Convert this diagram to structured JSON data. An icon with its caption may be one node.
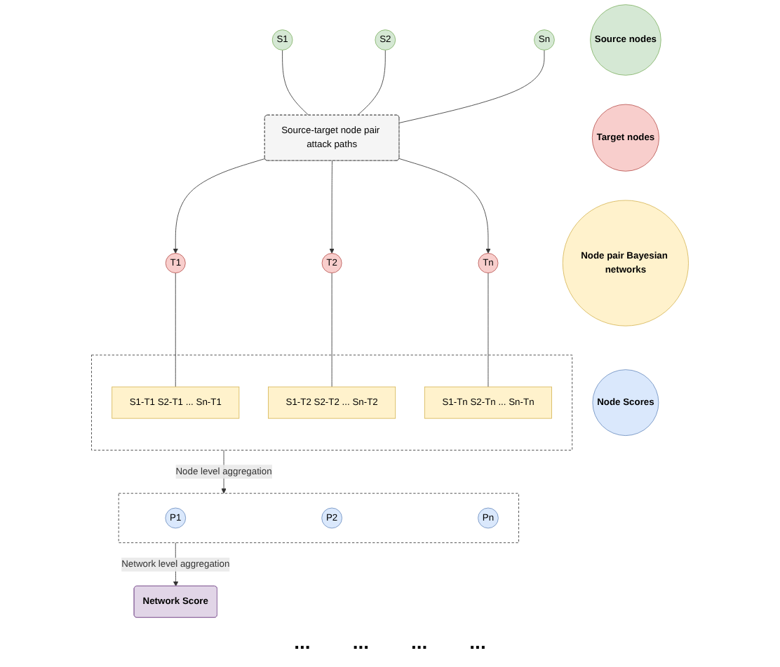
{
  "diagram": {
    "nodes": [
      {
        "text": [
          "Source nodes"
        ]
      },
      {
        "text": [
          "S1"
        ]
      },
      {
        "text": [
          "S2"
        ]
      },
      {
        "text": [
          "Sn"
        ]
      },
      {
        "text": [
          "Source-target node pair attack paths"
        ]
      },
      {
        "text": [
          "Target nodes"
        ]
      },
      {
        "text": [
          "T1"
        ]
      },
      {
        "text": [
          "T2"
        ]
      },
      {
        "text": [
          "Tn"
        ]
      },
      {
        "text": [
          "Node pair Bayesian networks"
        ]
      },
      {
        "text": [],
        "shape": "box"
      },
      {
        "text": [
          "S1-T1 S2-T1 ... Sn-T1"
        ],
        "in": 10
      },
      {
        "text": [
          "S1-T2 S2-T2 ... Sn-T2"
        ],
        "in": 10
      },
      {
        "text": [
          "S1-Tn S2-Tn ... Sn-Tn"
        ],
        "in": 10
      },
      {
        "text": [
          "Node Scores"
        ]
      },
      {
        "text": [],
        "shape": "box"
      },
      {
        "text": [
          "P1"
        ],
        "in": 15
      },
      {
        "text": [
          "P2"
        ],
        "in": 15
      },
      {
        "text": [
          "Pn"
        ],
        "in": 15
      },
      {
        "text": [
          "Network Score"
        ]
      }
    ],
    "edges": [
      {
        "from": 1,
        "to": 4,
        "arrow": "none"
      },
      {
        "from": 2,
        "to": 4,
        "arrow": "none"
      },
      {
        "from": 3,
        "to": 4,
        "arrow": "none"
      },
      {
        "from": 4,
        "to": 6,
        "arrow": "to"
      },
      {
        "from": 4,
        "to": 7,
        "arrow": "to"
      },
      {
        "from": 4,
        "to": 8,
        "arrow": "to"
      },
      {
        "from": 6,
        "to": 11,
        "arrow": "none"
      },
      {
        "from": 7,
        "to": 12,
        "arrow": "none"
      },
      {
        "from": 8,
        "to": 13,
        "arrow": "none"
      },
      {
        "from": 10,
        "to": 15,
        "arrow": "to",
        "label": "Node level aggregation"
      },
      {
        "from": 15,
        "to": 19,
        "arrow": "to",
        "label": "Network level aggregation"
      }
    ],
    "labels": [
      "...",
      "...",
      "...",
      "..."
    ]
  }
}
